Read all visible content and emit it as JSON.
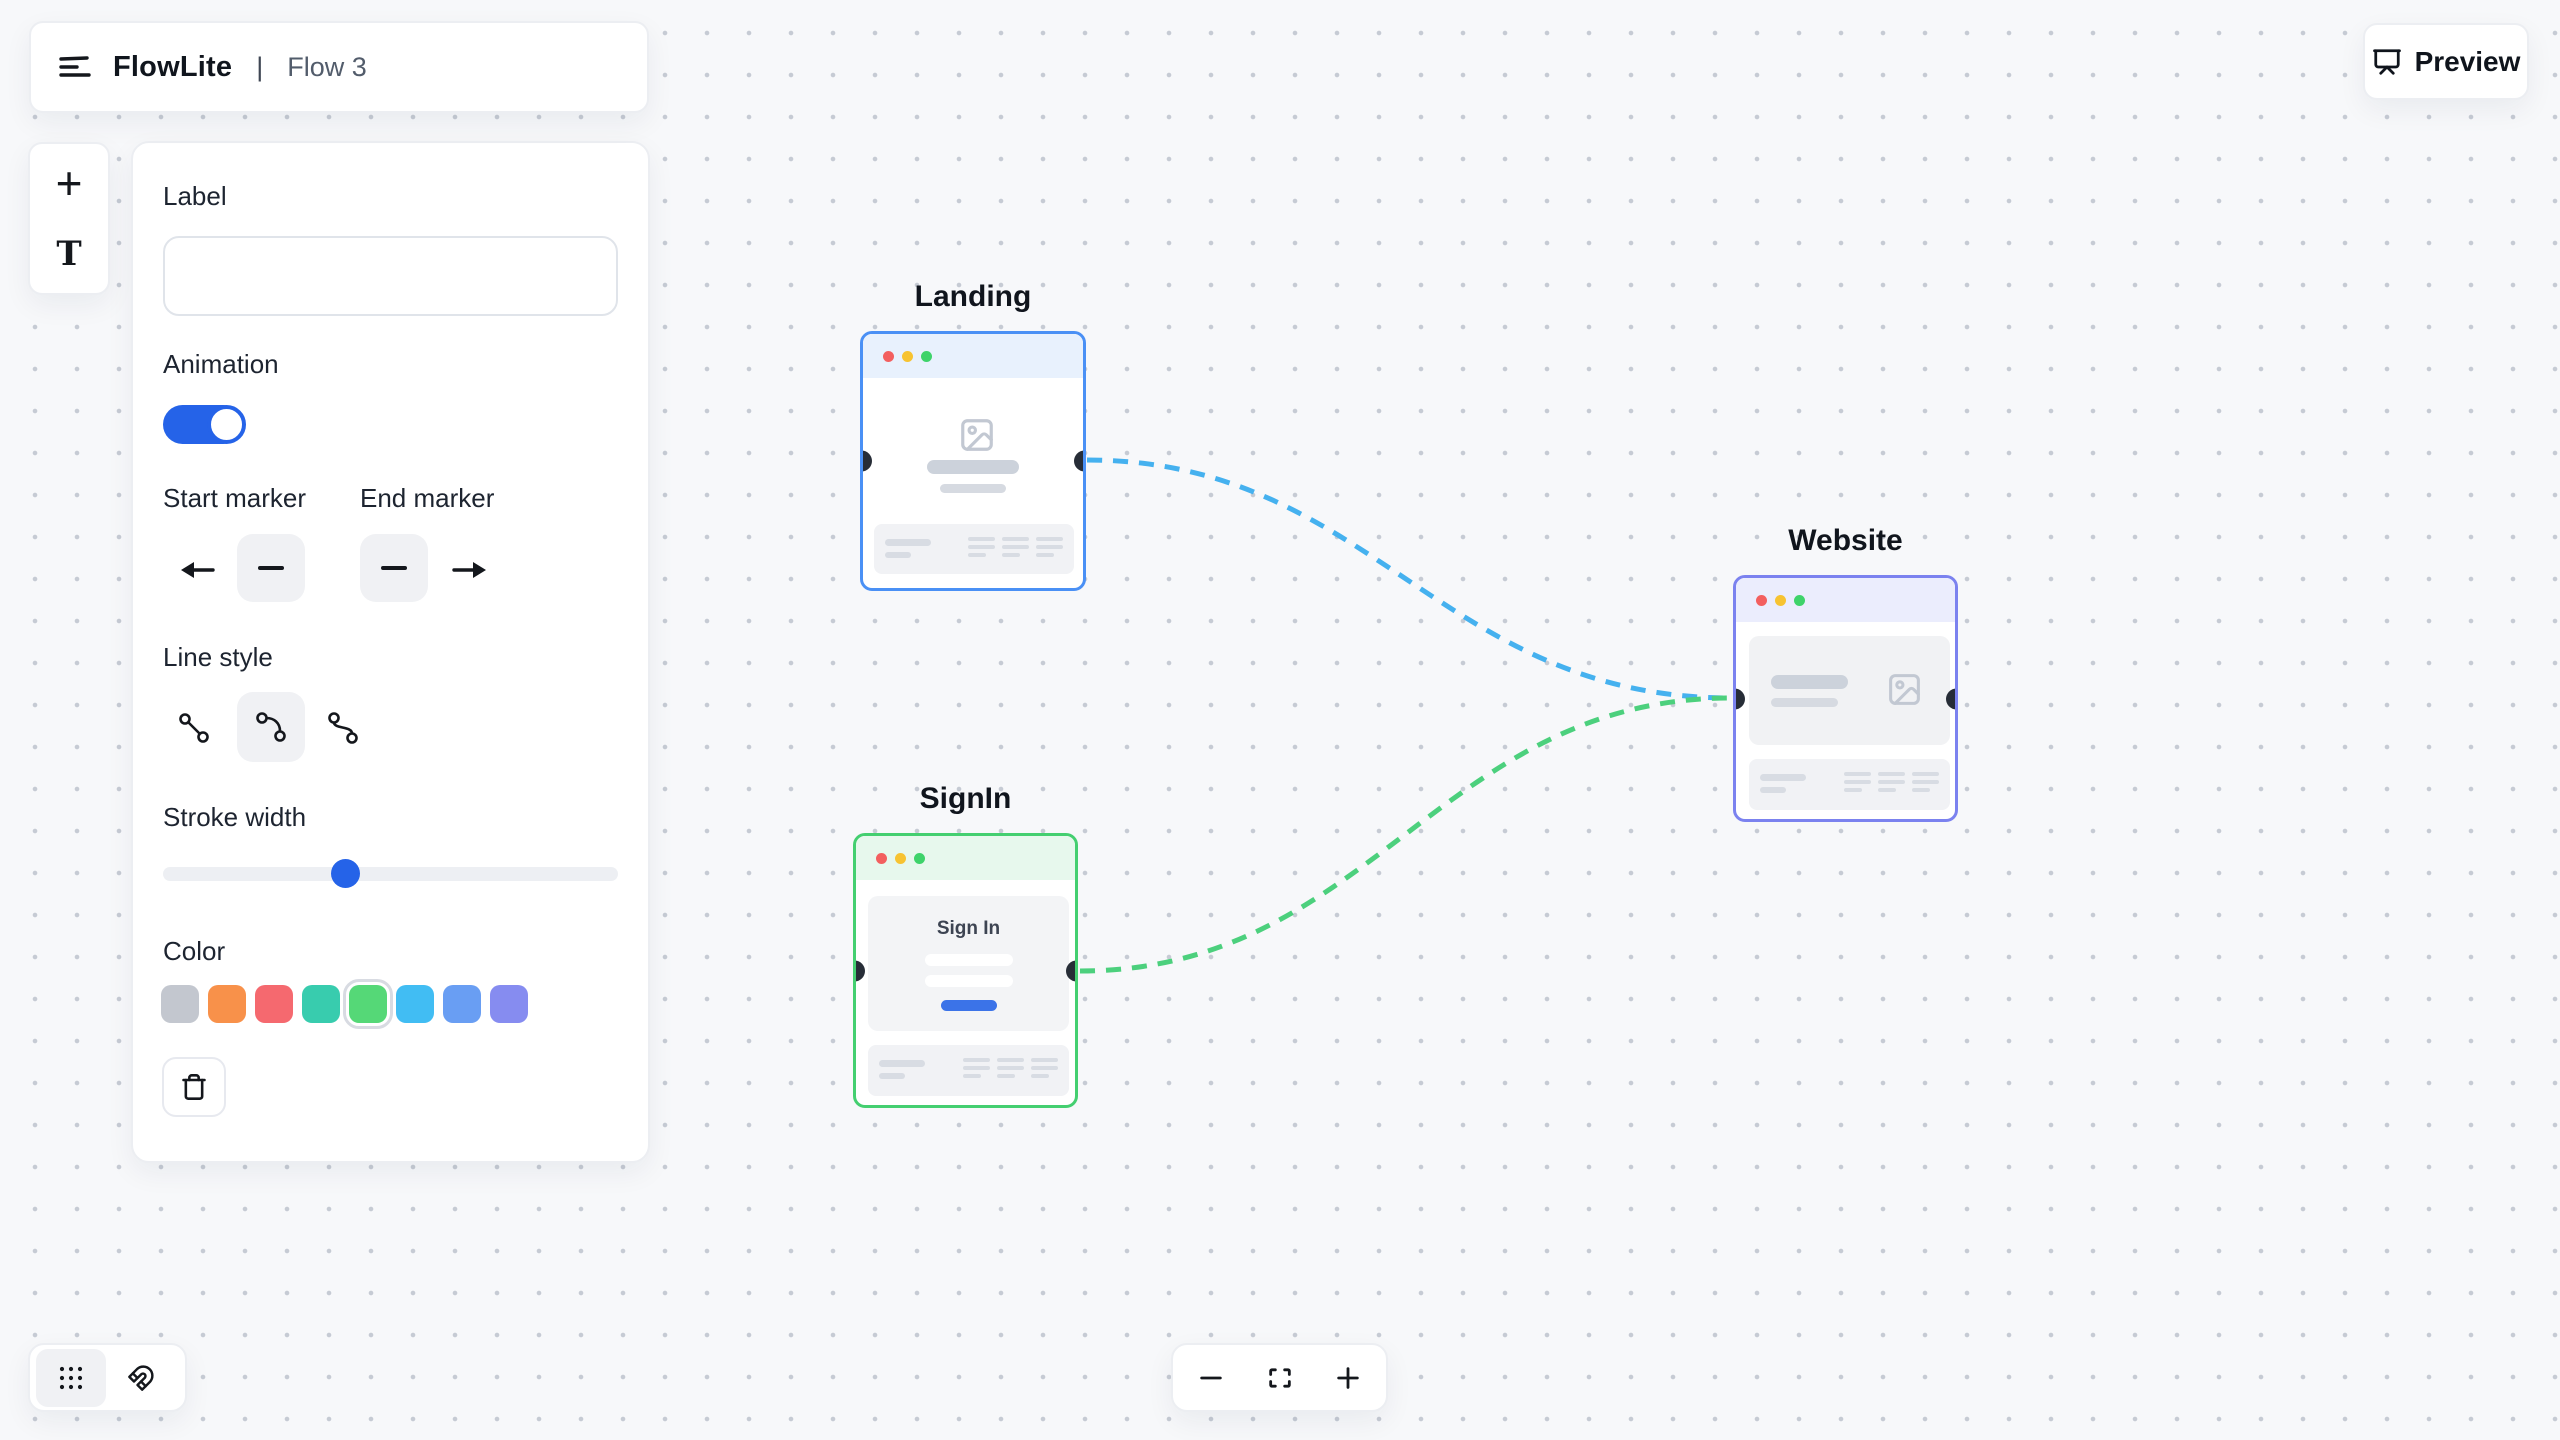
{
  "app": {
    "name": "FlowLite",
    "divider": "|",
    "flow_name": "Flow 3",
    "preview_label": "Preview"
  },
  "left_toolbar": {
    "add_glyph": "+",
    "text_glyph": "T"
  },
  "inspector": {
    "label_title": "Label",
    "label_value": "",
    "label_placeholder": "",
    "animation_title": "Animation",
    "animation_on": true,
    "start_marker_title": "Start marker",
    "end_marker_title": "End marker",
    "line_style_title": "Line style",
    "line_style_selected": "curve",
    "stroke_width_title": "Stroke width",
    "stroke_width_percent": 40,
    "color_title": "Color",
    "colors": [
      "#c3c7cf",
      "#f8914a",
      "#f5696f",
      "#38ccae",
      "#55d877",
      "#41bdf3",
      "#699ef3",
      "#868cf0"
    ],
    "selected_color_index": 4,
    "accent_blue": "#2563e8"
  },
  "canvas": {
    "background": "#f7f8fa",
    "window_dots": [
      "#f35f5f",
      "#f7c331",
      "#3ed36a"
    ],
    "nodes": [
      {
        "title": "Landing",
        "accent": "#4a90f5",
        "header_bg": "#e8f1fd"
      },
      {
        "title": "SignIn",
        "accent": "#44cf70",
        "header_bg": "#e7f8ed",
        "card_title": "Sign In",
        "button_color": "#3b73e8"
      },
      {
        "title": "Website",
        "accent": "#7b82ef",
        "header_bg": "#ebedfd"
      }
    ],
    "edges": [
      {
        "from": "Landing",
        "to": "Website",
        "color": "#45b1ef",
        "style": "dashed"
      },
      {
        "from": "SignIn",
        "to": "Website",
        "color": "#4cd07d",
        "style": "dashed"
      }
    ]
  },
  "icons": {
    "logo": "menu-lines-icon",
    "preview": "presentation-icon",
    "add": "plus-icon",
    "text_tool": "text-icon",
    "start_arrow": "arrow-left-icon",
    "marker_none": "dash-icon",
    "end_arrow": "arrow-right-icon",
    "line_straight": "straight-line-icon",
    "line_curve": "curve-line-icon",
    "line_step": "s-curve-line-icon",
    "delete": "trash-icon",
    "grid": "dot-grid-icon",
    "snap": "magnet-icon",
    "zoom_out": "minus-icon",
    "fit": "fit-view-icon",
    "zoom_in": "plus-icon"
  }
}
